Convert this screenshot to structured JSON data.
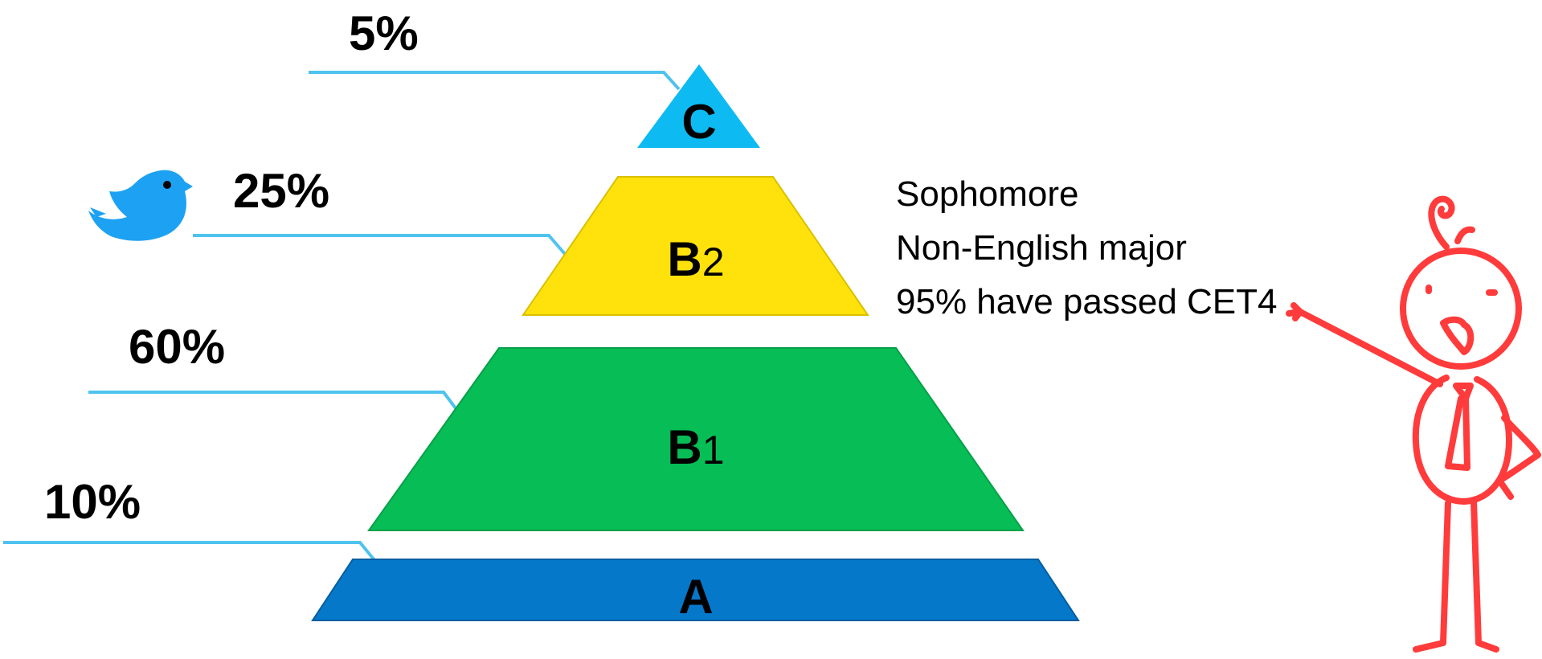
{
  "diagram": {
    "tiers": [
      {
        "id": "c",
        "letter": "C",
        "sub": "",
        "percent": "5%",
        "color": "#0DBAF2"
      },
      {
        "id": "b2",
        "letter": "B",
        "sub": "2",
        "percent": "25%",
        "color": "#FFE20B"
      },
      {
        "id": "b1",
        "letter": "B",
        "sub": "1",
        "percent": "60%",
        "color": "#07BD55"
      },
      {
        "id": "a",
        "letter": "A",
        "sub": "",
        "percent": "10%",
        "color": "#0578CA"
      }
    ],
    "leader_color": "#4FC3EE",
    "bird_icon": "twitter-bird-icon",
    "bird_color": "#1DA1F2",
    "annotation": {
      "lines": [
        "Sophomore",
        "Non-English major",
        "95% have passed CET4"
      ]
    },
    "figure": {
      "icon": "stick-figure-presenter-icon",
      "color": "#FF3B3B"
    }
  }
}
